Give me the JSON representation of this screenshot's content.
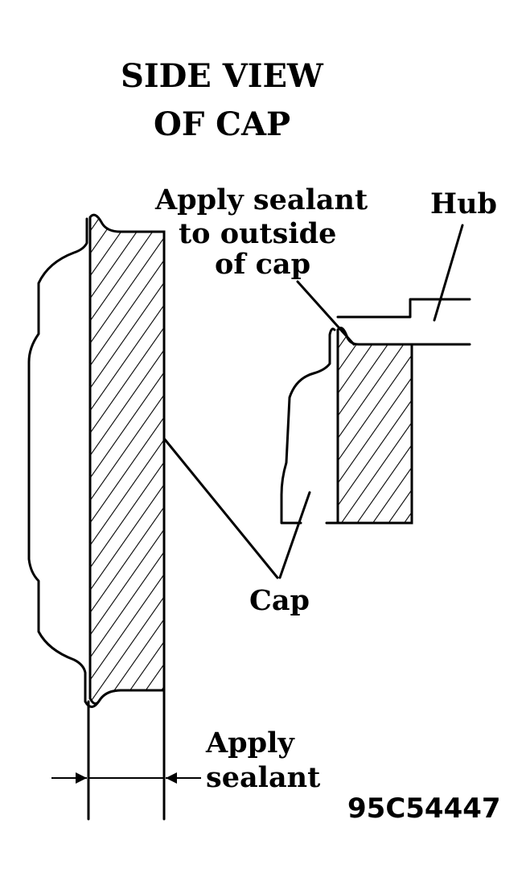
{
  "diagram": {
    "title_line1": "SIDE VIEW",
    "title_line2": "OF CAP",
    "callout_outside_line1": "Apply sealant",
    "callout_outside_line2": "to outside",
    "callout_outside_line3": "of cap",
    "label_hub": "Hub",
    "label_cap": "Cap",
    "callout_bottom_line1": "Apply",
    "callout_bottom_line2": "sealant",
    "figure_code": "95C54447"
  }
}
